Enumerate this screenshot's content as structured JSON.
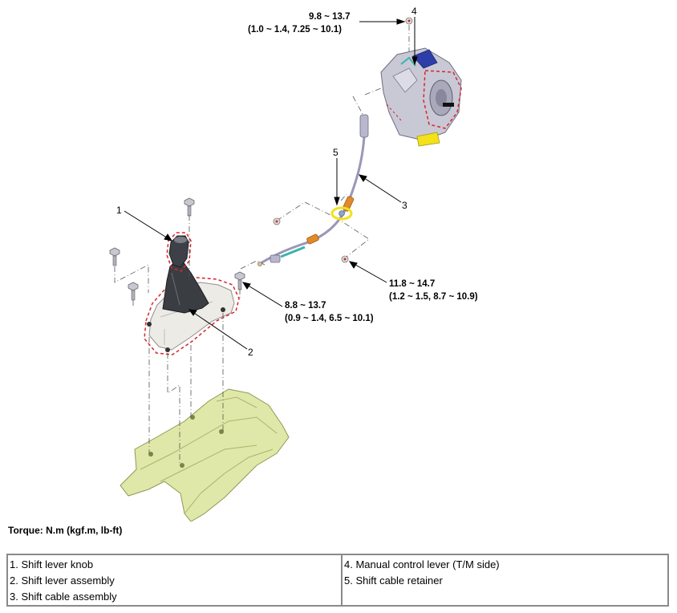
{
  "callouts": {
    "c1": "1",
    "c2": "2",
    "c3": "3",
    "c4": "4",
    "c5": "5"
  },
  "torques": {
    "t4": {
      "nm": "9.8 ~ 13.7",
      "alt": "(1.0 ~ 1.4, 7.25 ~ 10.1)"
    },
    "tlever": {
      "nm": "8.8 ~ 13.7",
      "alt": "(0.9 ~ 1.4, 6.5 ~ 10.1)"
    },
    "tcable": {
      "nm": "11.8 ~ 14.7",
      "alt": "(1.2 ~ 1.5, 8.7 ~ 10.9)"
    }
  },
  "torque_note": "Torque: N.m (kgf.m, lb-ft)",
  "legend": {
    "left": [
      "1. Shift lever knob",
      "2. Shift lever assembly",
      "3. Shift cable assembly"
    ],
    "right": [
      "4. Manual control lever (T/M side)",
      "5. Shift cable retainer"
    ]
  },
  "colors": {
    "floor": "#dfe8a8",
    "boot": "#3a3d42",
    "housing": "#ecebe6",
    "transaxle": "#c9c9d6",
    "cable": "#9a97b8",
    "cable_end": "#e08a2a",
    "retainer": "#f2e11b",
    "dashed_outline": "#d8262c"
  }
}
